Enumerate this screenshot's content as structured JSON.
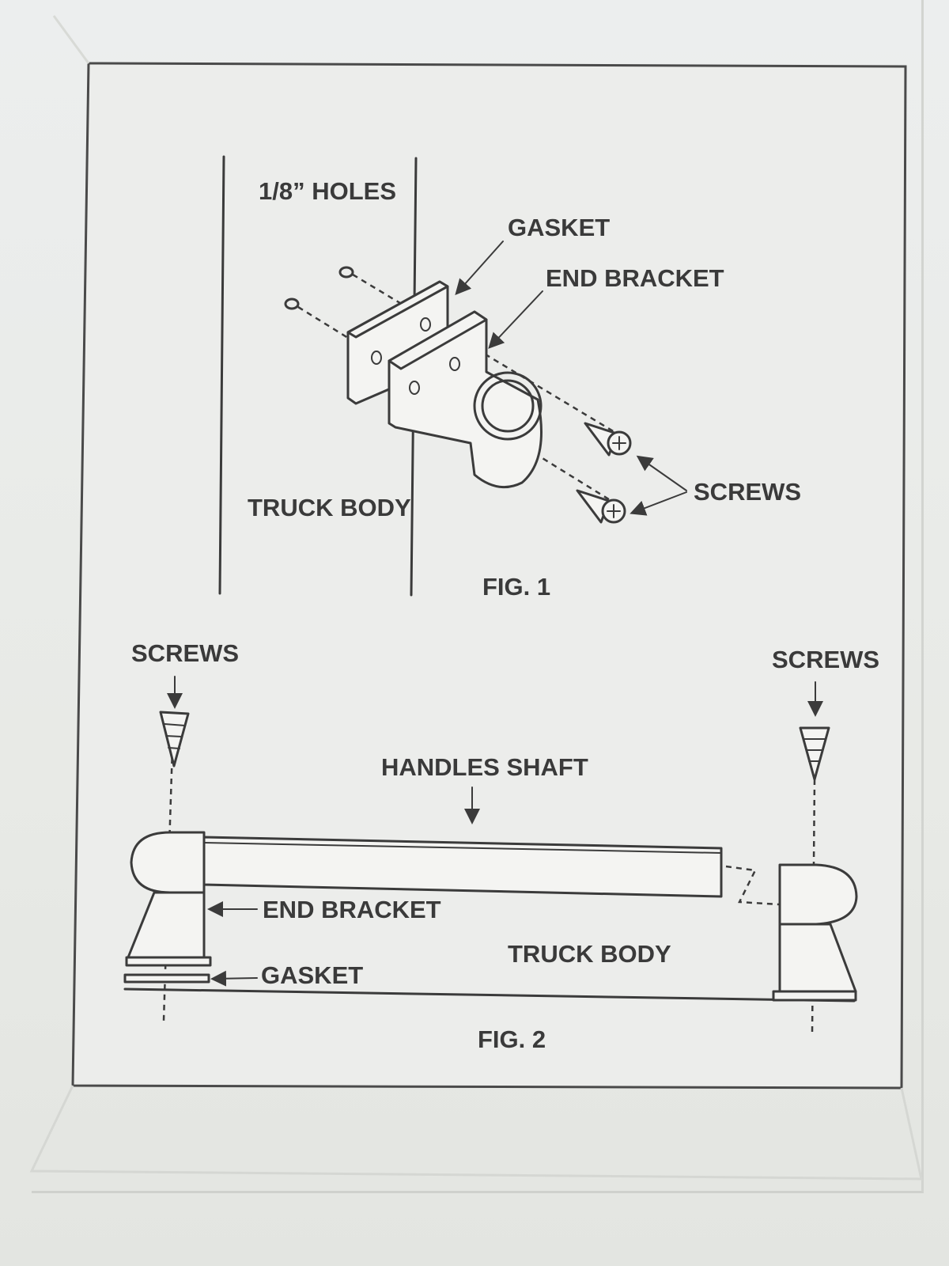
{
  "fig1": {
    "holes_label": "1/8” HOLES",
    "gasket_label": "GASKET",
    "end_bracket_label": "END BRACKET",
    "screws_label": "SCREWS",
    "truck_body_label": "TRUCK BODY",
    "caption": "FIG. 1"
  },
  "fig2": {
    "screws_left_label": "SCREWS",
    "screws_right_label": "SCREWS",
    "handles_shaft_label": "HANDLES SHAFT",
    "end_bracket_label": "END BRACKET",
    "gasket_label": "GASKET",
    "truck_body_label": "TRUCK BODY",
    "caption": "FIG. 2"
  },
  "icons": [
    "screw-icon",
    "arrow-icon",
    "hole-icon"
  ]
}
